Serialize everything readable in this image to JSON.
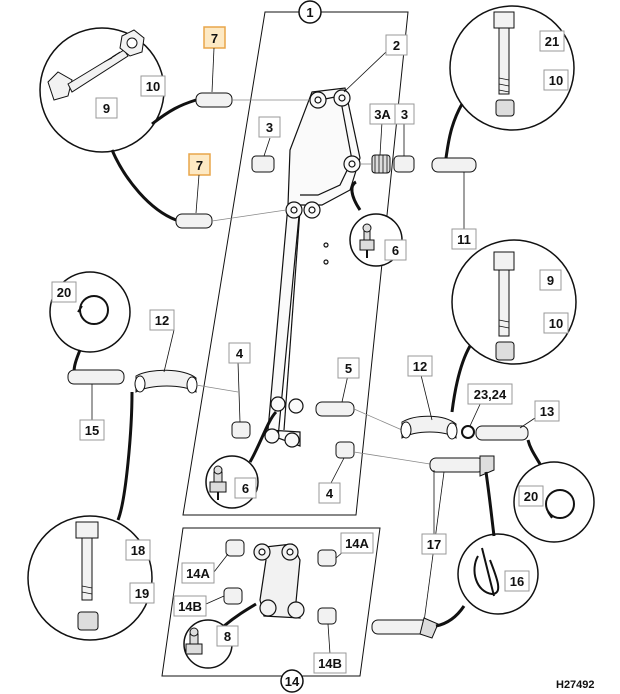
{
  "figure_ref": "H27492",
  "colors": {
    "line": "#111111",
    "label_border": "#999999",
    "highlight_fill": "#fde9c4",
    "highlight_border": "#e8a54a",
    "part_fill": "#f2f2f2"
  },
  "labels": {
    "c1": "1",
    "c14": "14",
    "p2": "2",
    "p3a": "3",
    "p3b": "3",
    "p3A": "3A",
    "p4a": "4",
    "p4b": "4",
    "p5": "5",
    "p6a": "6",
    "p6b": "6",
    "p7a": "7",
    "p7b": "7",
    "p8": "8",
    "p9a": "9",
    "p9b": "9",
    "p10a": "10",
    "p10b": "10",
    "p10c": "10",
    "p11": "11",
    "p12a": "12",
    "p12b": "12",
    "p13": "13",
    "p14A_a": "14A",
    "p14A_b": "14A",
    "p14B_a": "14B",
    "p14B_b": "14B",
    "p15": "15",
    "p16": "16",
    "p17": "17",
    "p18": "18",
    "p19": "19",
    "p20a": "20",
    "p20b": "20",
    "p21": "21",
    "p2324": "23,24"
  }
}
